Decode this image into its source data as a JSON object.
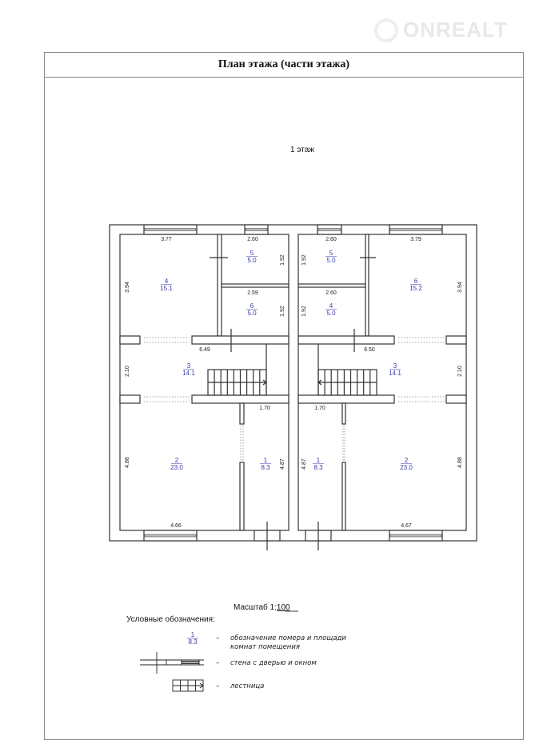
{
  "watermark": {
    "text": "ONREALT"
  },
  "header": {
    "title": "План этажа (части этажа)"
  },
  "floor_label": "1 этаж",
  "left_unit": {
    "rooms": [
      {
        "number": "1",
        "area": "8.3"
      },
      {
        "number": "2",
        "area": "23.0"
      },
      {
        "number": "3",
        "area": "14.1"
      },
      {
        "number": "4",
        "area": "15.1"
      },
      {
        "number": "5",
        "area": "5.0"
      },
      {
        "number": "6",
        "area": "5.0"
      }
    ],
    "dims": {
      "r4_w": "3.77",
      "r5_w": "2.60",
      "r5_h": "1.92",
      "r4_h": "3.94",
      "r6_w": "2.59",
      "r6_h": "1.92",
      "corr_w": "6.49",
      "corr_h": "2.10",
      "r1_w": "1.70",
      "r2_h": "4.88",
      "r1_h": "4.87",
      "r2_w": "4.66"
    }
  },
  "right_unit": {
    "rooms": [
      {
        "number": "1",
        "area": "8.3"
      },
      {
        "number": "2",
        "area": "23.0"
      },
      {
        "number": "3",
        "area": "14.1"
      },
      {
        "number": "4",
        "area": "5.0"
      },
      {
        "number": "5",
        "area": "5.0"
      },
      {
        "number": "6",
        "area": "15.2"
      }
    ],
    "dims": {
      "r5_w": "2.60",
      "r6_w": "3.79",
      "r5_h": "1.92",
      "r6_h": "3.94",
      "r4_w": "2.60",
      "r4_h": "1.92",
      "corr_w": "6.50",
      "corr_h": "2.10",
      "r1_w": "1.70",
      "r1_h": "4.87",
      "r2_h": "4.88",
      "r2_w": "4.67"
    }
  },
  "scale": {
    "label": "Масштаб 1:",
    "value": "100"
  },
  "legend": {
    "title": "Условные обозначения:",
    "items": [
      {
        "sample_number": "1",
        "sample_area": "8.3",
        "dash": "–",
        "text_line1": "обозначение помера и площади",
        "text_line2": "комнат помещения"
      },
      {
        "dash": "–",
        "text_line1": "стена с дверью и окном"
      },
      {
        "dash": "–",
        "text_line1": "лестница"
      }
    ]
  }
}
